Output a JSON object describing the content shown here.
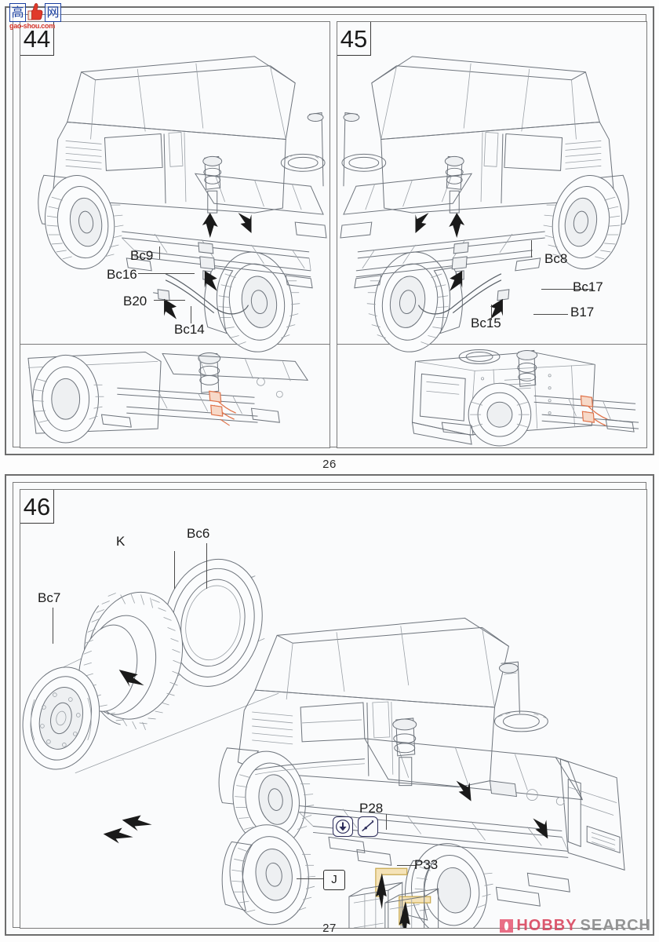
{
  "document": {
    "type": "model-kit-assembly-instructions",
    "subject": "military truck scale model",
    "pages": [
      {
        "number": "26"
      },
      {
        "number": "27"
      }
    ]
  },
  "sheets": [
    {
      "id": "sheet-top",
      "page_number": "26",
      "panels": [
        {
          "id": "panel-44",
          "step_number": "44",
          "has_detail_subview": true,
          "labels": [
            {
              "text": "Bc9",
              "kind": "part"
            },
            {
              "text": "Bc16",
              "kind": "part"
            },
            {
              "text": "B20",
              "kind": "part"
            },
            {
              "text": "Bc14",
              "kind": "part"
            }
          ]
        },
        {
          "id": "panel-45",
          "step_number": "45",
          "has_detail_subview": true,
          "labels": [
            {
              "text": "Bc8",
              "kind": "part"
            },
            {
              "text": "Bc17",
              "kind": "part"
            },
            {
              "text": "B17",
              "kind": "part"
            },
            {
              "text": "Bc15",
              "kind": "part"
            }
          ]
        }
      ]
    },
    {
      "id": "sheet-bot",
      "page_number": "27",
      "panels": [
        {
          "id": "panel-46",
          "step_number": "46",
          "has_detail_subview": false,
          "labels": [
            {
              "text": "Bc7",
              "kind": "part"
            },
            {
              "text": "K",
              "kind": "part"
            },
            {
              "text": "Bc6",
              "kind": "part"
            },
            {
              "text": "P28",
              "kind": "part"
            },
            {
              "text": "P33",
              "kind": "part"
            },
            {
              "text": "J",
              "kind": "part-boxed"
            }
          ],
          "icons": [
            {
              "name": "insert-down-arrow-icon",
              "meaning": "insert in direction of arrow"
            },
            {
              "name": "bend-part-icon",
              "meaning": "bend photo-etch part"
            }
          ]
        }
      ]
    }
  ],
  "watermarks": {
    "top_left": {
      "name": "gaoshou-watermark",
      "char_left": "高",
      "char_right": "网",
      "url": "gao-shou.com",
      "color_blue": "#1a3fa0",
      "color_red": "#d4352a"
    },
    "bottom_right": {
      "name": "hobby-search-watermark",
      "text_primary": "HOBBY",
      "text_secondary": "SEARCH",
      "color_primary": "#d9475f",
      "color_secondary": "#8a8a8a"
    }
  },
  "colors": {
    "page_background": "#fdfdfd",
    "panel_background": "#fafbfc",
    "border": "#6d6d6d",
    "line_art": "#6e747c",
    "arrow": "#1a1a1a",
    "photo_etch": "#f5e3b8"
  }
}
